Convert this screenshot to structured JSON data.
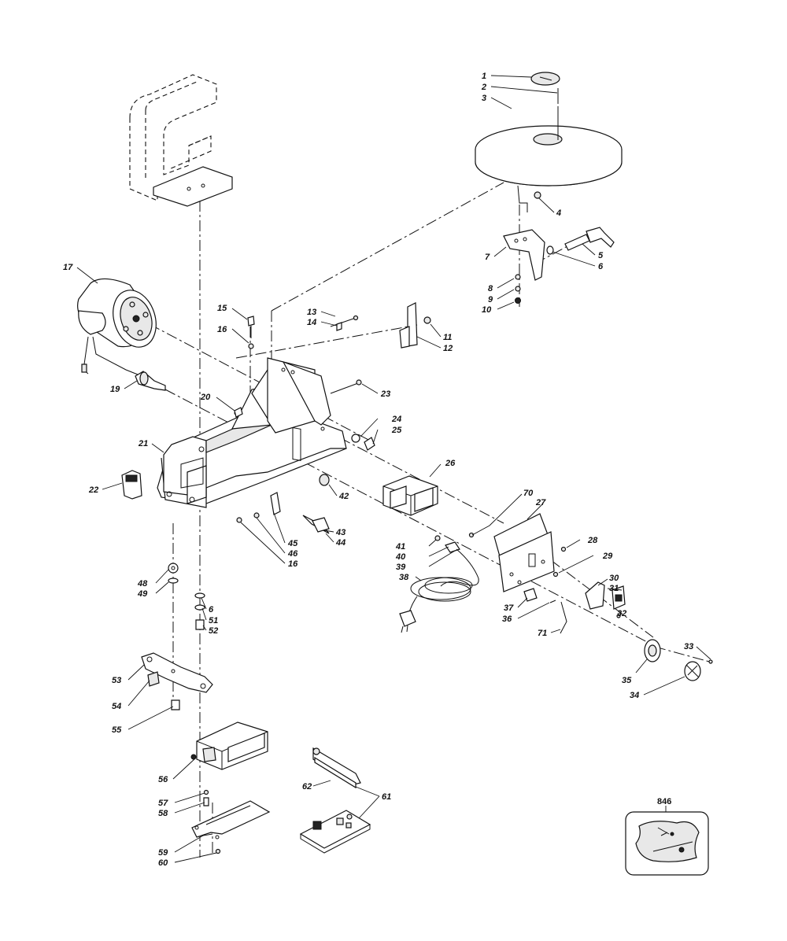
{
  "labels": [
    "1",
    "2",
    "3",
    "4",
    "5",
    "6",
    "7",
    "8",
    "9",
    "10",
    "11",
    "12",
    "13",
    "14",
    "15",
    "16",
    "17",
    "19",
    "20",
    "21",
    "22",
    "23",
    "24",
    "25",
    "26",
    "70",
    "27",
    "28",
    "29",
    "30",
    "31",
    "32",
    "33",
    "34",
    "35",
    "36",
    "37",
    "38",
    "39",
    "40",
    "41",
    "42",
    "43",
    "44",
    "45",
    "46",
    "16",
    "48",
    "49",
    "6",
    "51",
    "52",
    "53",
    "54",
    "55",
    "56",
    "57",
    "58",
    "59",
    "60",
    "61",
    "62",
    "71",
    "846"
  ]
}
